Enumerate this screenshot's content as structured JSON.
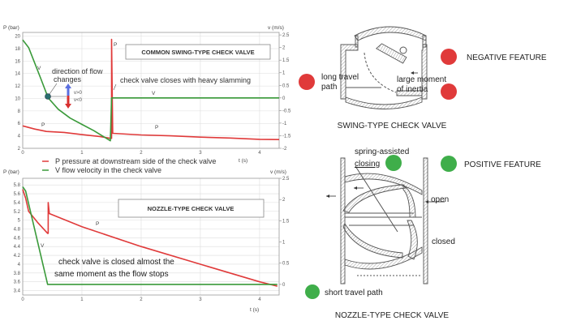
{
  "chart_data": [
    {
      "type": "line",
      "title": "COMMON SWING-TYPE CHECK VALVE",
      "xlabel": "t (s)",
      "ylabel": "P (bar)",
      "y2label": "v (m/s)",
      "xlim": [
        0,
        4.33
      ],
      "ylim": [
        2,
        20.6
      ],
      "y2lim": [
        -2,
        2.6
      ],
      "xticks": [
        0,
        1,
        2,
        3,
        4
      ],
      "yticks": [
        2,
        4,
        6,
        8,
        10,
        12,
        14,
        16,
        18,
        20
      ],
      "y2ticks": [
        -2,
        -1.5,
        -1,
        -0.5,
        0,
        0.5,
        1,
        1.5,
        2,
        2.5
      ],
      "grid": true,
      "series": [
        {
          "name": "P",
          "axis": "left",
          "color": "#e03a3a",
          "x": [
            0,
            0.2,
            0.4,
            0.7,
            1.0,
            1.3,
            1.48,
            1.5,
            1.5,
            1.52,
            2.0,
            2.5,
            3.0,
            3.5,
            4.0,
            4.33
          ],
          "y": [
            5.6,
            5.1,
            4.7,
            4.55,
            4.2,
            3.9,
            3.6,
            3.6,
            19.5,
            4.4,
            4.15,
            4.0,
            3.8,
            3.65,
            3.45,
            3.4
          ]
        },
        {
          "name": "V",
          "axis": "right",
          "color": "#3a9a3a",
          "x": [
            0,
            0.1,
            0.2,
            0.3,
            0.43,
            0.6,
            0.8,
            1.0,
            1.2,
            1.48,
            1.5,
            1.52,
            4.33
          ],
          "y": [
            2.3,
            2.0,
            1.4,
            0.8,
            0.0,
            -0.45,
            -0.8,
            -1.05,
            -1.3,
            -1.7,
            0.0,
            0.0,
            0.0
          ]
        }
      ],
      "labels": {
        "p_upper": "P",
        "p_lower1": "P",
        "p_lower2": "P",
        "v_left": "V",
        "v_right": "V"
      },
      "annotations": {
        "flow_change": [
          "direction of flow",
          "changes"
        ],
        "v_pos": "v>0",
        "v_neg": "v<0",
        "slamming": "check valve closes with heavy slamming"
      },
      "legend": [
        {
          "name": "P",
          "text": "P pressure at downstream side of the check valve",
          "color": "#e03a3a"
        },
        {
          "name": "V",
          "text": "V flow velocity in the check valve",
          "color": "#3a9a3a"
        }
      ]
    },
    {
      "type": "line",
      "title": "NOZZLE-TYPE CHECK VALVE",
      "xlabel": "t (s)",
      "ylabel": "P (bar)",
      "y2label": "v (m/s)",
      "xlim": [
        0,
        4.33
      ],
      "ylim": [
        3.3,
        5.95
      ],
      "y2lim": [
        -0.25,
        2.5
      ],
      "xticks": [
        0,
        1,
        2,
        3,
        4
      ],
      "yticks": [
        3.4,
        3.6,
        3.8,
        4,
        4.2,
        4.4,
        4.6,
        4.8,
        5,
        5.2,
        5.4,
        5.6,
        5.8
      ],
      "y2ticks": [
        0,
        0.5,
        1,
        1.5,
        2,
        2.5
      ],
      "grid": true,
      "series": [
        {
          "name": "P",
          "axis": "left",
          "color": "#e03a3a",
          "x": [
            0,
            0.05,
            0.1,
            0.25,
            0.42,
            0.43,
            0.43,
            0.45,
            1.0,
            2.0,
            3.0,
            4.0,
            4.3
          ],
          "y": [
            5.7,
            5.5,
            5.2,
            4.95,
            4.7,
            4.7,
            5.4,
            5.15,
            4.85,
            4.4,
            4.0,
            3.6,
            3.5
          ]
        },
        {
          "name": "V",
          "axis": "right",
          "color": "#3a9a3a",
          "x": [
            0,
            0.05,
            0.42,
            4.3
          ],
          "y": [
            2.3,
            2.2,
            0.0,
            0.0
          ]
        }
      ],
      "labels": {
        "p": "P",
        "v": "V"
      },
      "annotations": {
        "closed": [
          "check valve is closed almost the",
          "same moment as the flow stops"
        ]
      }
    }
  ],
  "swing_valve": {
    "caption": "SWING-TYPE CHECK VALVE",
    "negative_feature": "NEGATIVE FEATURE",
    "long_travel": [
      "long travel",
      "path"
    ],
    "inertia": [
      "large moment",
      "of inertia"
    ],
    "negative_color": "#e03a3a"
  },
  "nozzle_valve": {
    "caption": "NOZZLE-TYPE CHECK VALVE",
    "positive_feature": "POSITIVE FEATURE",
    "spring": [
      "spring-assisted",
      "closing"
    ],
    "open": "open",
    "closed": "closed",
    "short_travel": "short travel path",
    "positive_color": "#3fae4a"
  }
}
